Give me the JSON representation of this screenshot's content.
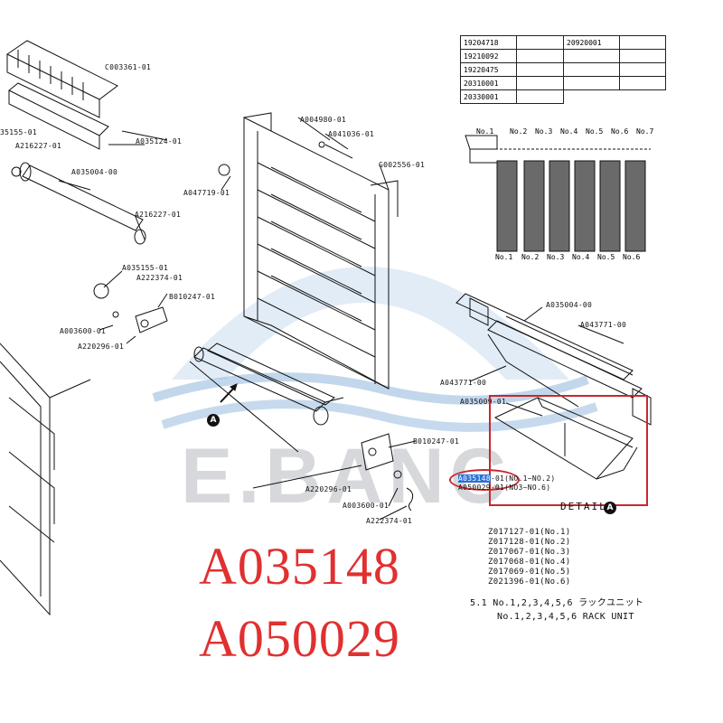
{
  "watermark": "E.BANC",
  "big_codes": [
    "A035148",
    "A050029"
  ],
  "part_labels": [
    "C003361-01",
    "35155-01",
    "A216227-01",
    "A035124-01",
    "A035004-00",
    "A216227-01",
    "A035155-01",
    "A222374-01",
    "B010247-01",
    "A003600-01",
    "A220296-01",
    "A004980-01",
    "A041036-01",
    "G002556-01",
    "A047719-01",
    "A035004-00",
    "A043771-00",
    "A043771-00",
    "A035009-01",
    "B010247-01",
    "A220296-01",
    "A003600-01",
    "A222374-01"
  ],
  "code_table": {
    "left": [
      "19204718",
      "19210092",
      "19220475",
      "20310001",
      "20330001"
    ],
    "right": [
      "20920001"
    ]
  },
  "rack_numbers_top": [
    "No.1",
    "No.2",
    "No.3",
    "No.4",
    "No.5",
    "No.6",
    "No.7"
  ],
  "rack_numbers_bottom": [
    "No.1",
    "No.2",
    "No.3",
    "No.4",
    "No.5",
    "No.6"
  ],
  "detail": {
    "line1_code": "A035148",
    "line1_rest": "-01(NO.1~NO.2)",
    "line2": "A050029-01(NO3~NO.6)",
    "label": "DETAIL",
    "marker": "A"
  },
  "marker_a": "A",
  "z_list": [
    "Z017127-01(No.1)",
    "Z017128-01(No.2)",
    "Z017067-01(No.3)",
    "Z017068-01(No.4)",
    "Z017069-01(No.5)",
    "Z021396-01(No.6)"
  ],
  "rack_title_jp": "5.1 No.1,2,3,4,5,6 ラックユニット",
  "rack_title_en": "No.1,2,3,4,5,6 RACK UNIT"
}
